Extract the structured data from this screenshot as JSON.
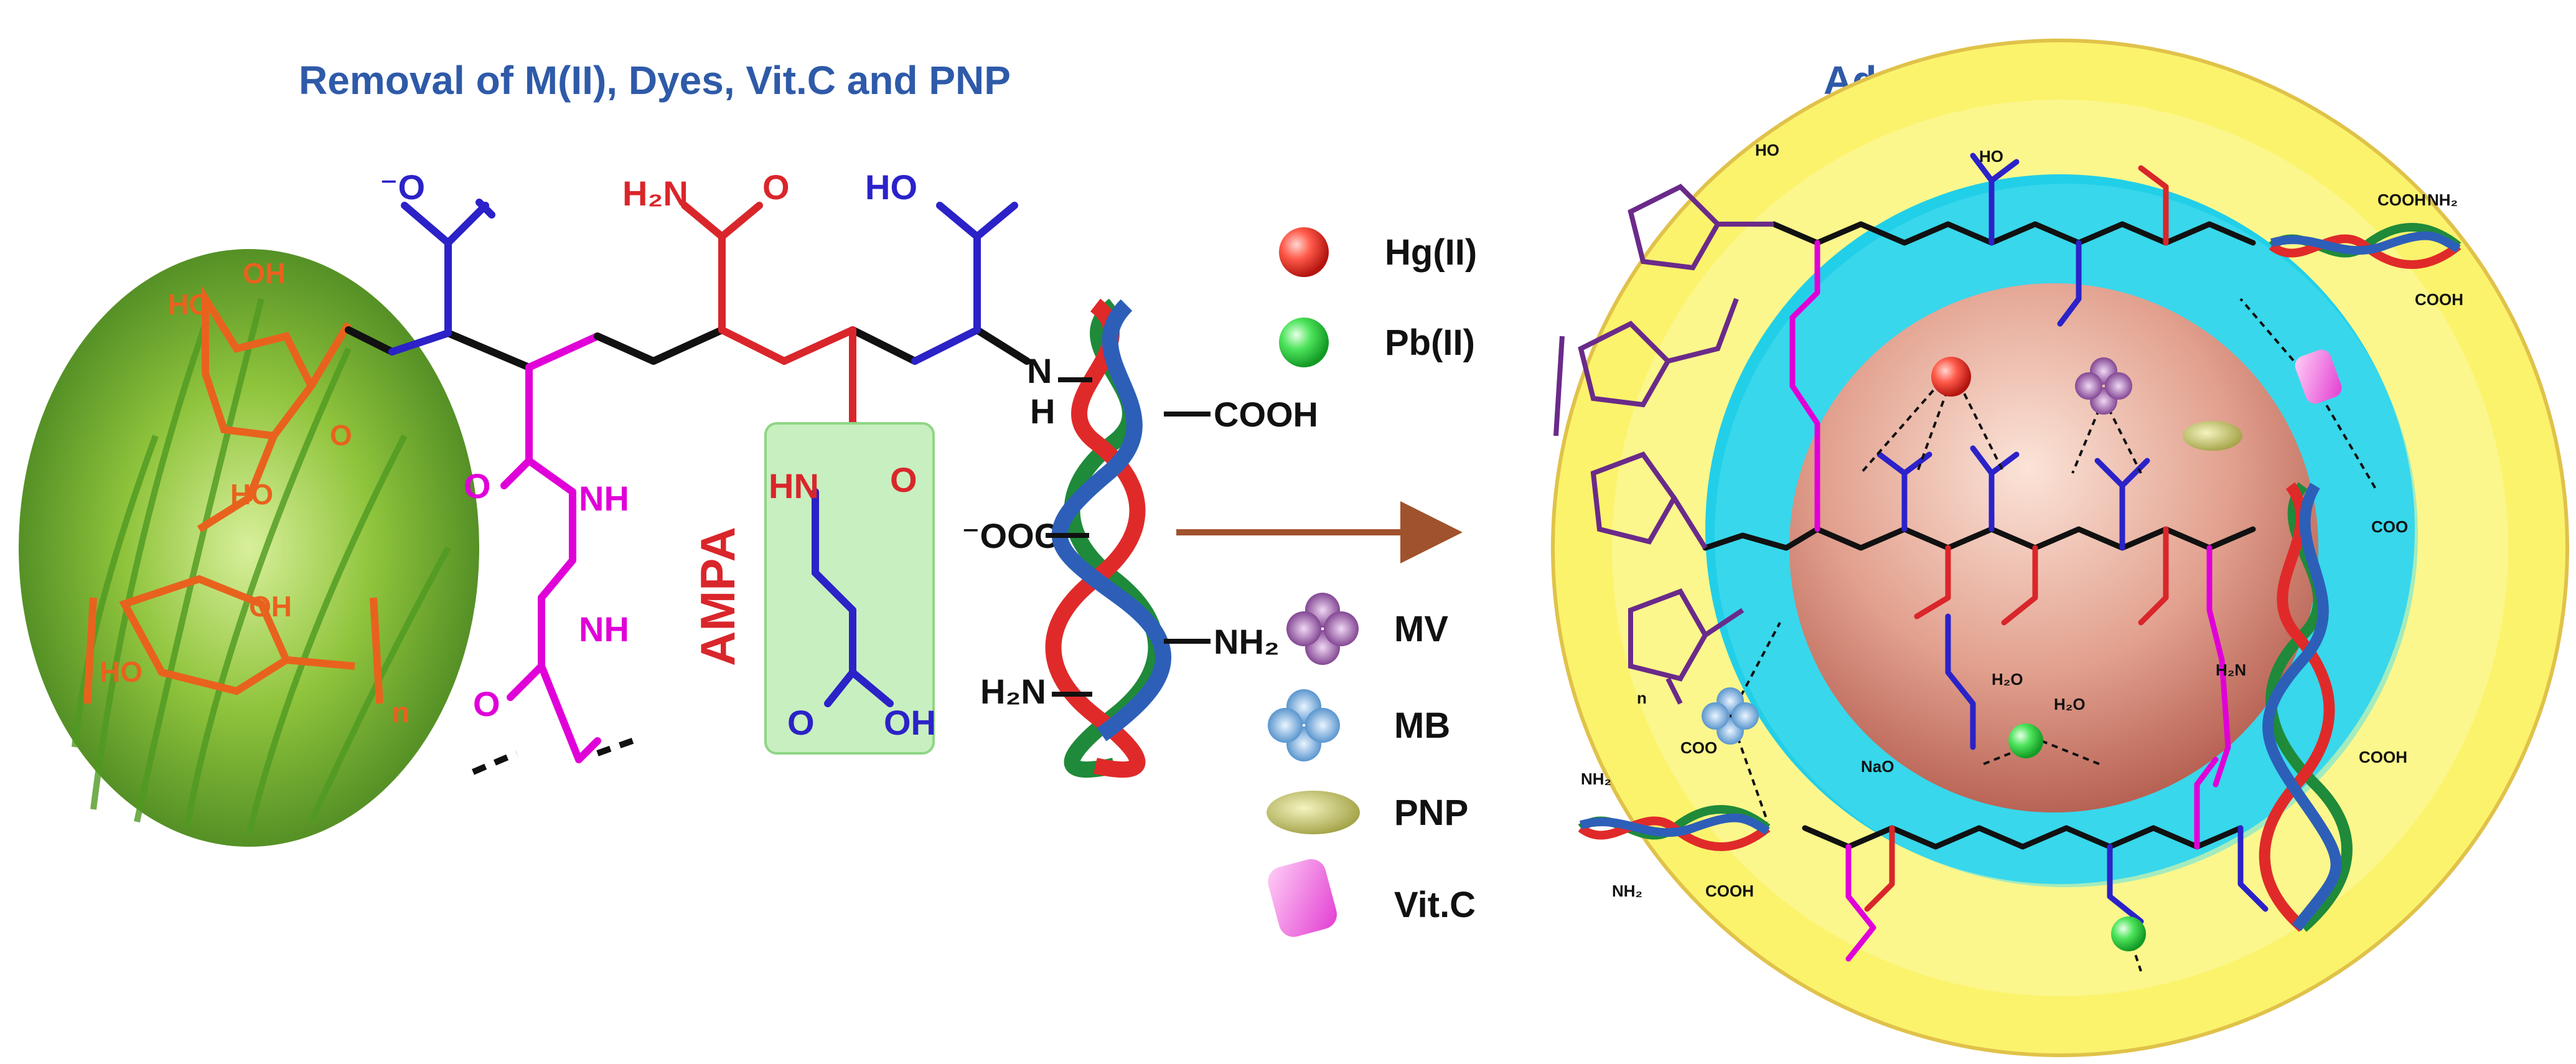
{
  "titles": {
    "left": "Removal of M(II), Dyes, Vit.C and PNP",
    "right": "Adsorbed Hydrogel"
  },
  "structure_labels": {
    "carboxylate": "⁻O",
    "carbonyl_o": "O",
    "amide_n": "H₂N",
    "acid_ho": "HO",
    "nh": "NH",
    "n_h": "N",
    "h": "H",
    "cooh": "COOH",
    "ooc": "⁻OOC",
    "nh2_right": "NH₂",
    "h2n_left": "H₂N",
    "hn": "HN",
    "oh": "OH",
    "ampa": "AMPA",
    "sugar_ho": "HO",
    "sugar_oh": "OH",
    "sugar_o": "O",
    "polymer_n": "n"
  },
  "legend": {
    "items": [
      {
        "label": "Hg(II)",
        "color": "#e8322a",
        "shape": "sphere"
      },
      {
        "label": "Pb(II)",
        "color": "#33d44a",
        "shape": "sphere"
      },
      {
        "label": "MV",
        "color": "#7a3b8c",
        "shape": "four-lobe"
      },
      {
        "label": "MB",
        "color": "#5b9fd6",
        "shape": "four-lobe"
      },
      {
        "label": "PNP",
        "color": "#c7c76a",
        "shape": "ellipse"
      },
      {
        "label": "Vit.C",
        "color": "#f050d8",
        "shape": "rounded-rect"
      }
    ]
  },
  "hydrogel_labels": {
    "cooh": "COOH",
    "nh2": "NH₂",
    "h2n": "H₂N",
    "coo": "COO",
    "h2o": "H₂O",
    "naoo": "NaO",
    "ho": "HO",
    "n": "n"
  },
  "colors": {
    "title": "#2e5aa8",
    "carboxyl_blue": "#2b22c8",
    "amide_red": "#d9262b",
    "linker_magenta": "#e000d8",
    "backbone_black": "#111111",
    "sugar_orange": "#e8621e",
    "helix_red": "#e02a2a",
    "helix_blue": "#2d5fb8",
    "helix_green": "#1f8a3a",
    "arrow_brown": "#a0522d",
    "outer_yellow": "#fbf36c",
    "middle_cyan": "#22cfe8",
    "core_salmon": "#d98878"
  }
}
